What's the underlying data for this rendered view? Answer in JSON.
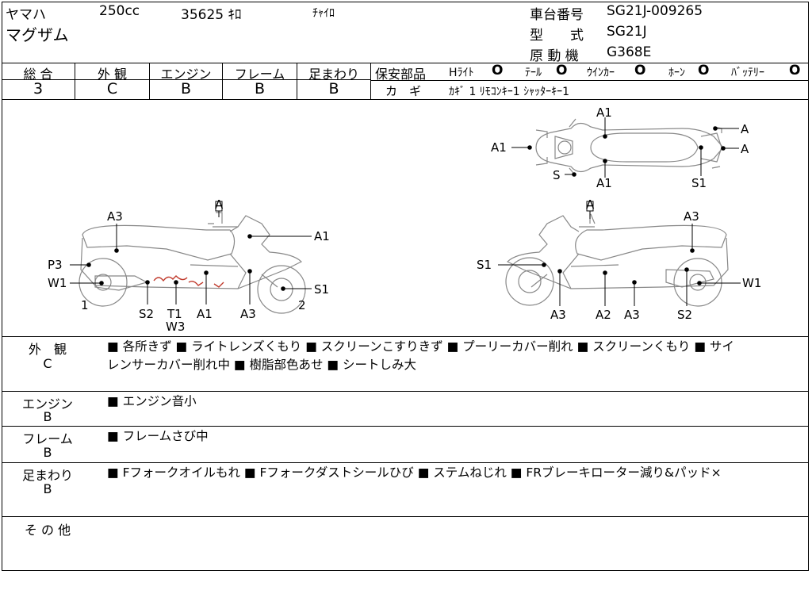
{
  "header": {
    "maker": "ヤマハ",
    "displacement": "250cc",
    "mileage": "35625 ｷﾛ",
    "color": "ﾁｬｲﾛ",
    "model_name": "マグザム",
    "frame_no_label": "車台番号",
    "frame_no_value": "SG21J-009265",
    "type_label": "型　　式",
    "type_value": "SG21J",
    "engine_label": "原 動 機",
    "engine_value": "G368E"
  },
  "grades": [
    {
      "label": "総 合",
      "value": "3"
    },
    {
      "label": "外 観",
      "value": "C"
    },
    {
      "label": "エンジン",
      "value": "B"
    },
    {
      "label": "フレーム",
      "value": "B"
    },
    {
      "label": "足まわり",
      "value": "B"
    }
  ],
  "safety": {
    "label": "保安部品",
    "items": [
      {
        "label": "Hﾗｲﾄ",
        "mark": "O"
      },
      {
        "label": "ﾃｰﾙ",
        "mark": "O"
      },
      {
        "label": "ｳｲﾝｶｰ",
        "mark": "O"
      },
      {
        "label": "ﾎｰﾝ",
        "mark": "O"
      },
      {
        "label": "ﾊﾞｯﾃﾘｰ",
        "mark": "O"
      }
    ],
    "key_label": "カ　ギ",
    "key_value": "ｶｷﾞ 1  ﾘﾓｺﾝｷｰ1  ｼｬｯﾀｰｷｰ1"
  },
  "diagram": {
    "top_view_labels": [
      "A1",
      "A",
      "A",
      "A1",
      "S",
      "A1",
      "S1"
    ],
    "left_view_labels": [
      "A",
      "A3",
      "A1",
      "P3",
      "W1",
      "S1",
      "1",
      "2",
      "S2",
      "T1",
      "W3",
      "A1",
      "A3"
    ],
    "right_view_labels": [
      "A",
      "A3",
      "S1",
      "W1",
      "A3",
      "A2",
      "A3",
      "S2"
    ]
  },
  "sections": [
    {
      "label": "外　観",
      "grade": "C",
      "lines": [
        "■ 各所きず ■ ライトレンズくもり ■ スクリーンこすりきず ■ プーリーカバー削れ ■ スクリーンくもり ■ サイ",
        "レンサーカバー削れ中 ■ 樹脂部色あせ ■ シートしみ大"
      ]
    },
    {
      "label": "エンジン",
      "grade": "B",
      "lines": [
        "■ エンジン音小"
      ]
    },
    {
      "label": "フレーム",
      "grade": "B",
      "lines": [
        "■ フレームさび中"
      ]
    },
    {
      "label": "足まわり",
      "grade": "B",
      "lines": [
        "■ Fフォークオイルもれ ■ Fフォークダストシールひび ■ ステムねじれ ■ FRブレーキローター減り&パッド×"
      ]
    },
    {
      "label": "そ の 他",
      "grade": "",
      "lines": []
    }
  ]
}
